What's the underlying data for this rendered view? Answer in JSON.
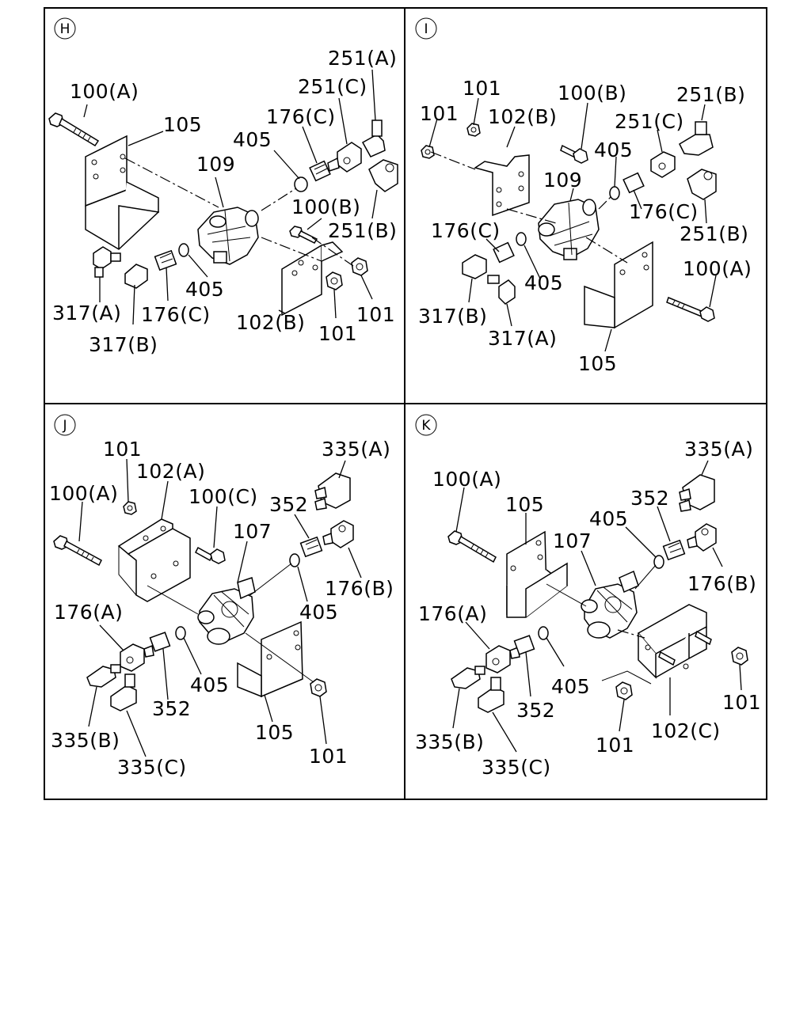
{
  "panels": [
    {
      "letter": "H",
      "labels": {
        "l251a": "251(A)",
        "l100a": "100(A)",
        "l251c": "251(C)",
        "l105": "105",
        "l176c_top": "176(C)",
        "l405_top": "405",
        "l109": "109",
        "l100b": "100(B)",
        "l251b": "251(B)",
        "l405_mid": "405",
        "l317a": "317(A)",
        "l176c_low": "176(C)",
        "l101_right": "101",
        "l317b": "317(B)",
        "l102b": "102(B)",
        "l101_low": "101"
      }
    },
    {
      "letter": "I",
      "labels": {
        "l101_top": "101",
        "l100b": "100(B)",
        "l251b_top": "251(B)",
        "l101_left": "101",
        "l102b": "102(B)",
        "l251c": "251(C)",
        "l405_top": "405",
        "l109": "109",
        "l176c_right": "176(C)",
        "l176c_left": "176(C)",
        "l251b_low": "251(B)",
        "l100a": "100(A)",
        "l405_mid": "405",
        "l317b": "317(B)",
        "l317a": "317(A)",
        "l105": "105"
      }
    },
    {
      "letter": "J",
      "labels": {
        "l335a": "335(A)",
        "l101_top": "101",
        "l102a": "102(A)",
        "l100a": "100(A)",
        "l100c": "100(C)",
        "l352_top": "352",
        "l107": "107",
        "l176b": "176(B)",
        "l176a": "176(A)",
        "l405_right": "405",
        "l405_low": "405",
        "l352_low": "352",
        "l335b": "335(B)",
        "l105": "105",
        "l335c": "335(C)",
        "l101_low": "101"
      }
    },
    {
      "letter": "K",
      "labels": {
        "l335a": "335(A)",
        "l100a": "100(A)",
        "l105": "105",
        "l352_top": "352",
        "l405_top": "405",
        "l107": "107",
        "l176b": "176(B)",
        "l176a": "176(A)",
        "l405_low": "405",
        "l101_right": "101",
        "l352_low": "352",
        "l335b": "335(B)",
        "l102c": "102(C)",
        "l101_low": "101",
        "l335c": "335(C)"
      }
    }
  ]
}
